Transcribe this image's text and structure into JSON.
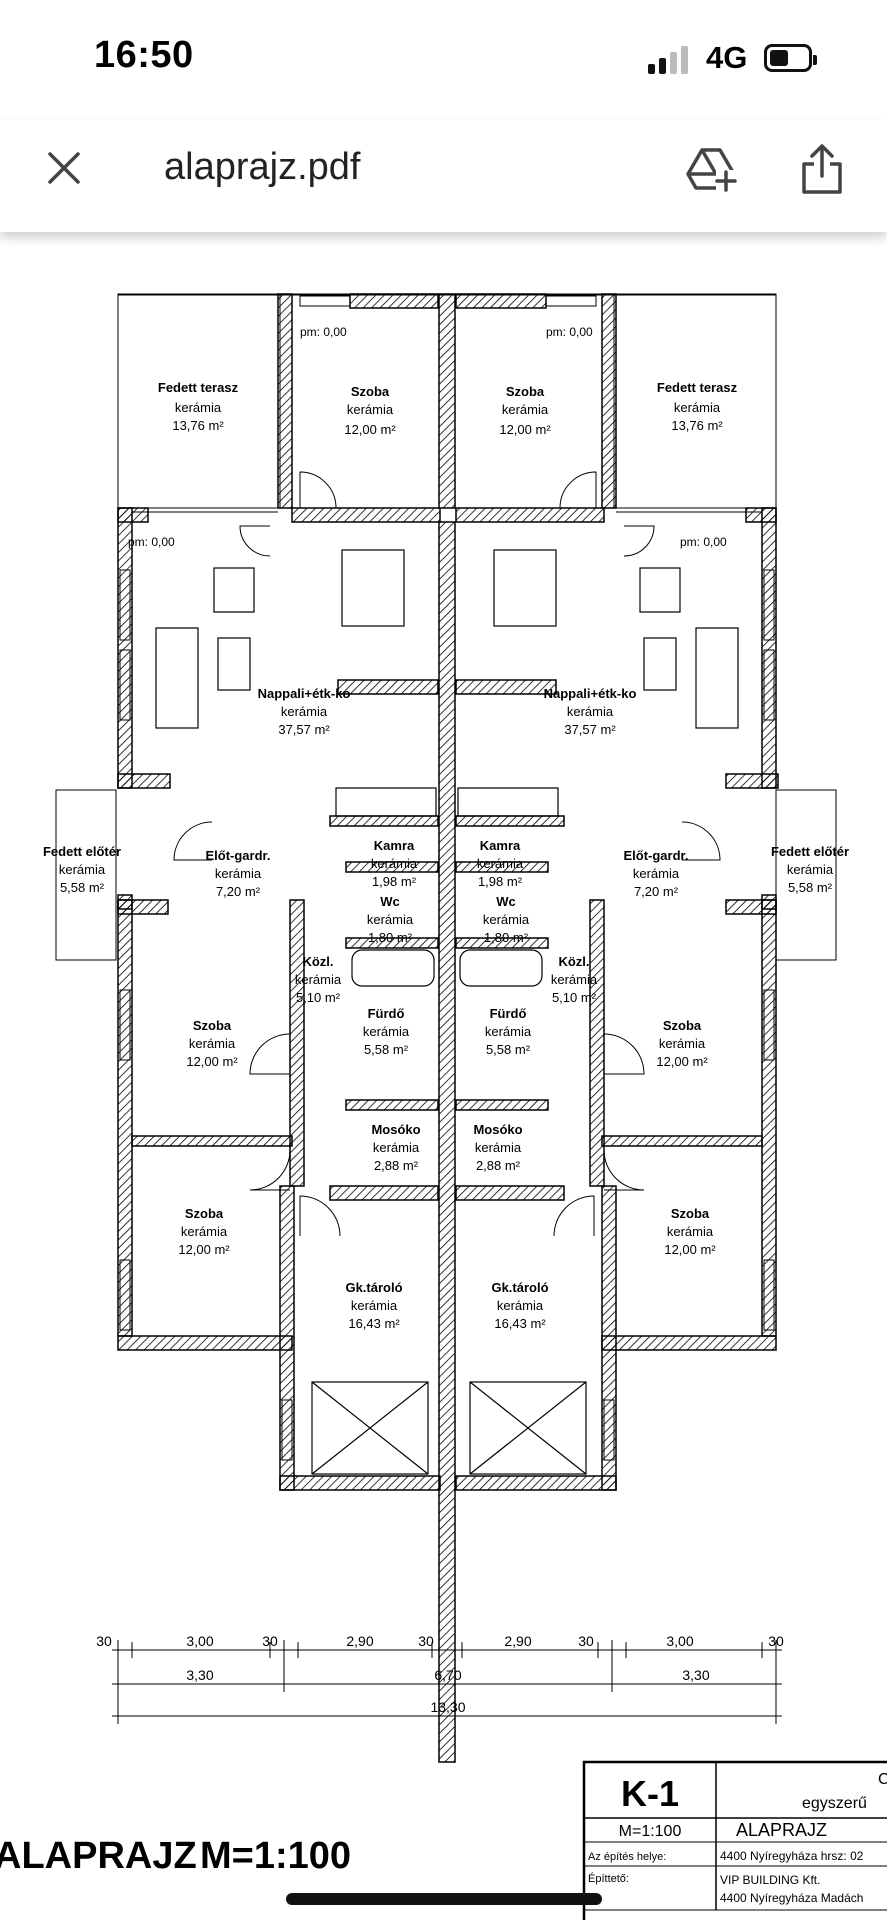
{
  "status": {
    "time": "16:50",
    "network": "4G"
  },
  "header": {
    "title": "alaprajz.pdf",
    "close_icon": "close-icon",
    "add_to_drive_icon": "drive-add-icon",
    "share_icon": "share-icon"
  },
  "plan": {
    "rooms_left": [
      {
        "name": "Fedett terasz",
        "material": "kerámia",
        "area": "13,76 m²"
      },
      {
        "name": "Szoba",
        "material": "kerámia",
        "area": "12,00 m²"
      },
      {
        "name": "Nappali+étk-ko",
        "material": "kerámia",
        "area": "37,57 m²"
      },
      {
        "name": "Fedett előtér",
        "material": "kerámia",
        "area": "5,58 m²"
      },
      {
        "name": "Előt-gardr.",
        "material": "kerámia",
        "area": "7,20 m²"
      },
      {
        "name": "Kamra",
        "material": "kerámia",
        "area": "1,98 m²"
      },
      {
        "name": "Wc",
        "material": "kerámia",
        "area": "1,80 m²"
      },
      {
        "name": "Közl.",
        "material": "kerámia",
        "area": "5,10 m²"
      },
      {
        "name": "Fürdő",
        "material": "kerámia",
        "area": "5,58 m²"
      },
      {
        "name": "Szoba",
        "material": "kerámia",
        "area": "12,00 m²"
      },
      {
        "name": "Mosóko",
        "material": "kerámia",
        "area": "2,88 m²"
      },
      {
        "name": "Szoba",
        "material": "kerámia",
        "area": "12,00 m²"
      },
      {
        "name": "Gk.tároló",
        "material": "kerámia",
        "area": "16,43 m²"
      }
    ],
    "rooms_right": [
      {
        "name": "Szoba",
        "material": "kerámia",
        "area": "12,00 m²"
      },
      {
        "name": "Fedett terasz",
        "material": "kerámia",
        "area": "13,76 m²"
      },
      {
        "name": "Nappali+étk-ko",
        "material": "kerámia",
        "area": "37,57 m²"
      },
      {
        "name": "Kamra",
        "material": "kerámia",
        "area": "1,98 m²"
      },
      {
        "name": "Előt-gardr.",
        "material": "kerámia",
        "area": "7,20 m²"
      },
      {
        "name": "Fedett előtér",
        "material": "kerámia",
        "area": "5,58 m²"
      },
      {
        "name": "Wc",
        "material": "kerámia",
        "area": "1,80 m²"
      },
      {
        "name": "Közl.",
        "material": "kerámia",
        "area": "5,10 m²"
      },
      {
        "name": "Fürdő",
        "material": "kerámia",
        "area": "5,58 m²"
      },
      {
        "name": "Szoba",
        "material": "kerámia",
        "area": "12,00 m²"
      },
      {
        "name": "Mosóko",
        "material": "kerámia",
        "area": "2,88 m²"
      },
      {
        "name": "Szoba",
        "material": "kerámia",
        "area": "12,00 m²"
      },
      {
        "name": "Gk.tároló",
        "material": "kerámia",
        "area": "16,43 m²"
      }
    ],
    "sill_label": "pm: 0,00",
    "dimensions_row1": [
      "30",
      "3,00",
      "30",
      "2,90",
      "30",
      "2,90",
      "30",
      "3,00",
      "30"
    ],
    "dimensions_row2": [
      "3,30",
      "6,70",
      "3,30"
    ],
    "dimensions_total": "13,30"
  },
  "drawing": {
    "title": "ALAPRAJZ",
    "scale": "M=1:100"
  },
  "title_block": {
    "sheet_id": "K-1",
    "top_right": "C",
    "project": "egyszerű",
    "scale": "M=1:100",
    "drawing_name": "ALAPRAJZ",
    "site_label": "Az építés helye:",
    "site_value": "4400 Nyíregyháza hrsz: 02",
    "builder_label": "Építtető:",
    "builder_value_1": "VIP BUILDING Kft.",
    "builder_value_2": "4400 Nyíregyháza Madách"
  }
}
